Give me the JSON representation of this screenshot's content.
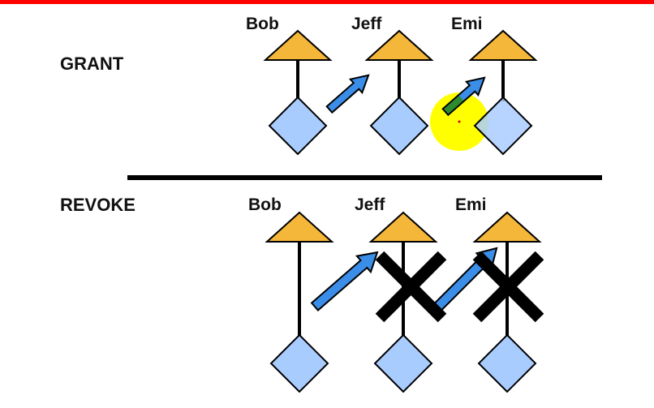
{
  "sections": {
    "grant": {
      "label": "GRANT"
    },
    "revoke": {
      "label": "REVOKE"
    }
  },
  "users": {
    "grant": [
      "Bob",
      "Jeff",
      "Emi"
    ],
    "revoke": [
      "Bob",
      "Jeff",
      "Emi"
    ]
  },
  "colors": {
    "triangle": "#f5b73a",
    "diamond": "#a9ccff",
    "arrow": "#3b8ee8",
    "arrow_highlight": "#2d8a2d",
    "cursor_highlight": "#ffff00",
    "x_mark": "#000000",
    "top_bar": "#ff0000"
  },
  "icons": {
    "user_head": "triangle-icon",
    "user_body": "diamond-icon",
    "grant_arrow": "arrow-icon",
    "revoke_mark": "x-mark-icon"
  }
}
